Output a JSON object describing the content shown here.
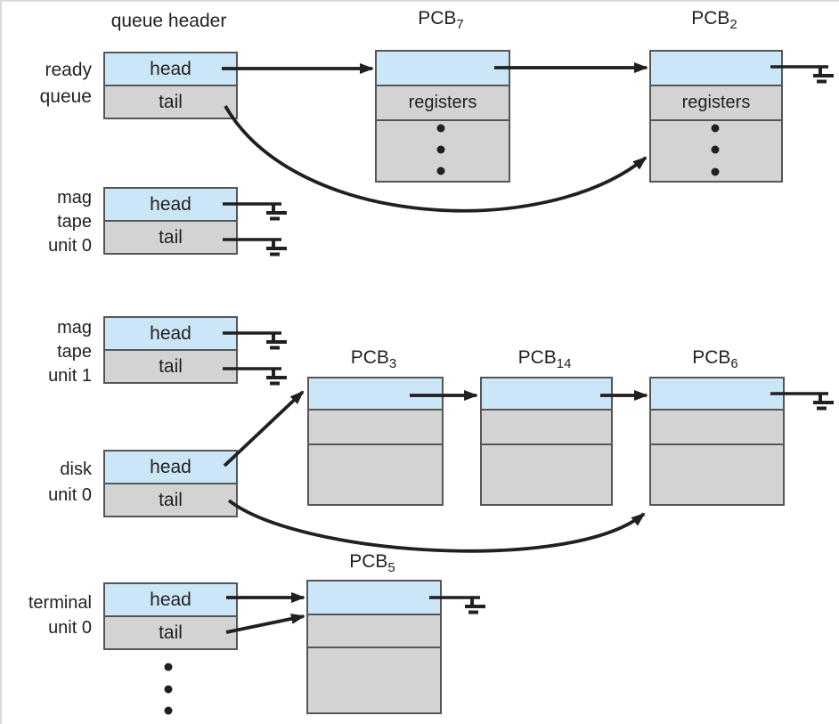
{
  "title": "queue header",
  "colors": {
    "link_cell_fill": "#cbe6f7",
    "body_cell_fill": "#d3d3d3",
    "box_border": "#54565a",
    "line_color": "#231f20",
    "background": "#ffffff"
  },
  "queues": [
    {
      "label_lines": [
        "ready",
        "queue"
      ],
      "head_label": "head",
      "tail_label": "tail"
    },
    {
      "label_lines": [
        "mag",
        "tape",
        "unit 0"
      ],
      "head_label": "head",
      "tail_label": "tail"
    },
    {
      "label_lines": [
        "mag",
        "tape",
        "unit 1"
      ],
      "head_label": "head",
      "tail_label": "tail"
    },
    {
      "label_lines": [
        "disk",
        "unit 0"
      ],
      "head_label": "head",
      "tail_label": "tail"
    },
    {
      "label_lines": [
        "terminal",
        "unit 0"
      ],
      "head_label": "head",
      "tail_label": "tail"
    }
  ],
  "pcbs": [
    {
      "base": "PCB",
      "sub": "7",
      "row2_label": "registers"
    },
    {
      "base": "PCB",
      "sub": "2",
      "row2_label": "registers"
    },
    {
      "base": "PCB",
      "sub": "3"
    },
    {
      "base": "PCB",
      "sub": "14"
    },
    {
      "base": "PCB",
      "sub": "6"
    },
    {
      "base": "PCB",
      "sub": "5"
    }
  ]
}
